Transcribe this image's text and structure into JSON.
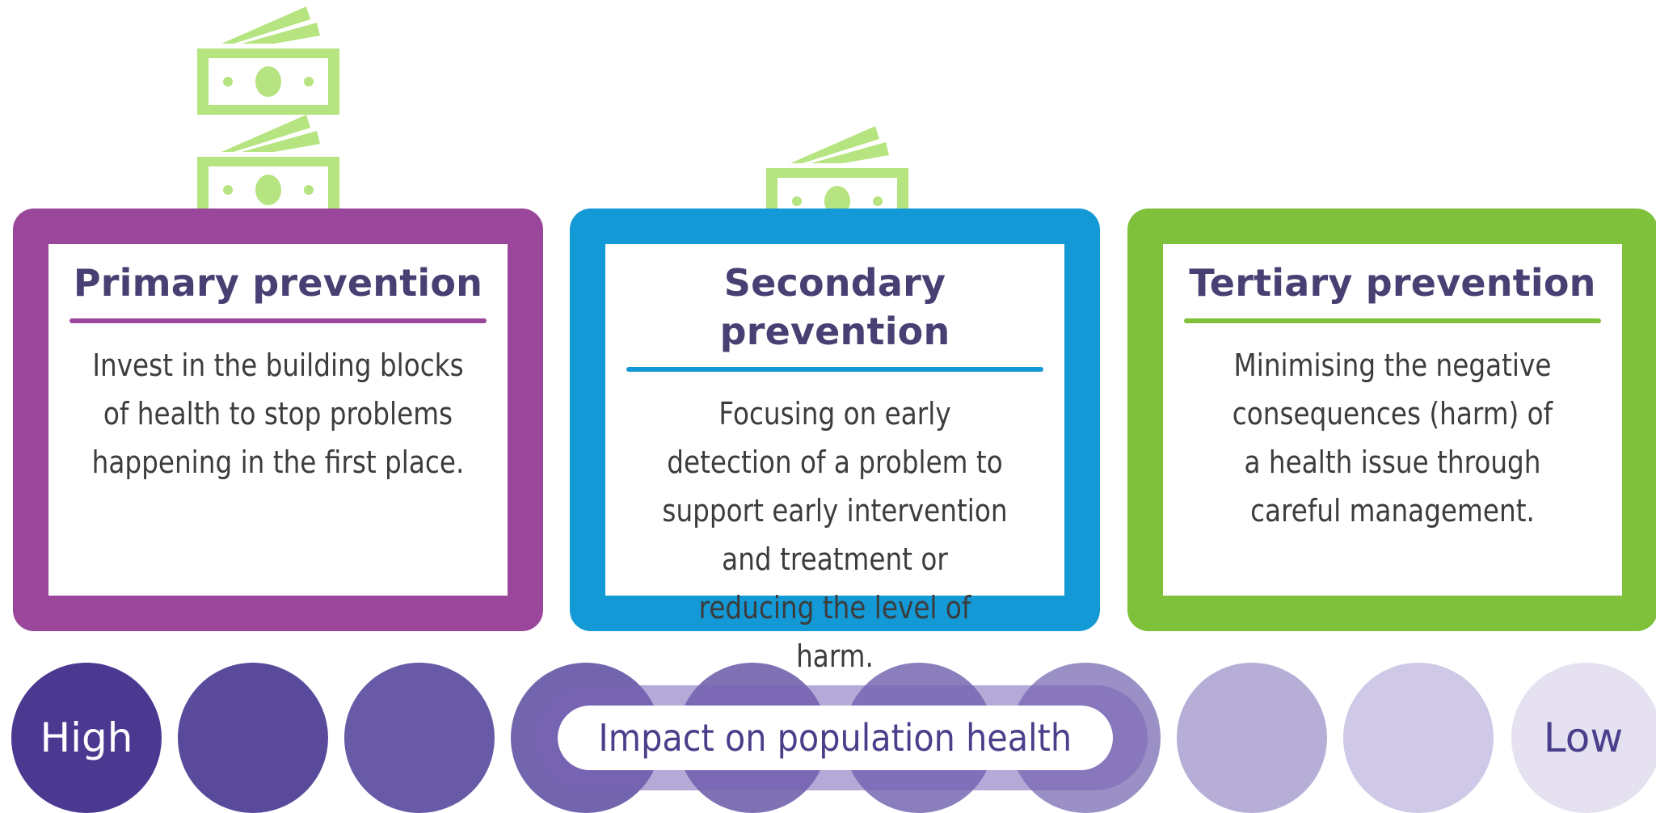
{
  "colors": {
    "primary": "#9a479b",
    "secondary": "#1299d6",
    "tertiary": "#7fc13a",
    "money_icon": "#b5e480",
    "title_text": "#4a3f73",
    "scale_high": "#4b3891",
    "scale_low": "#e6e1f1"
  },
  "cards": [
    {
      "title": "Primary prevention",
      "description": "Invest in the building blocks of health to stop problems happening in the first place.",
      "money_icon_count": 2
    },
    {
      "title": "Secondary prevention",
      "description": "Focusing on early detection of a problem to support early intervention and treatment or reducing the level of harm.",
      "money_icon_count": 1
    },
    {
      "title": "Tertiary prevention",
      "description": "Minimising the negative consequences (harm) of a health issue through careful management.",
      "money_icon_count": 0
    }
  ],
  "scale": {
    "high_label": "High",
    "low_label": "Low",
    "caption": "Impact on population health",
    "circle_count": 10
  },
  "icons": [
    "money-stack-icon"
  ]
}
